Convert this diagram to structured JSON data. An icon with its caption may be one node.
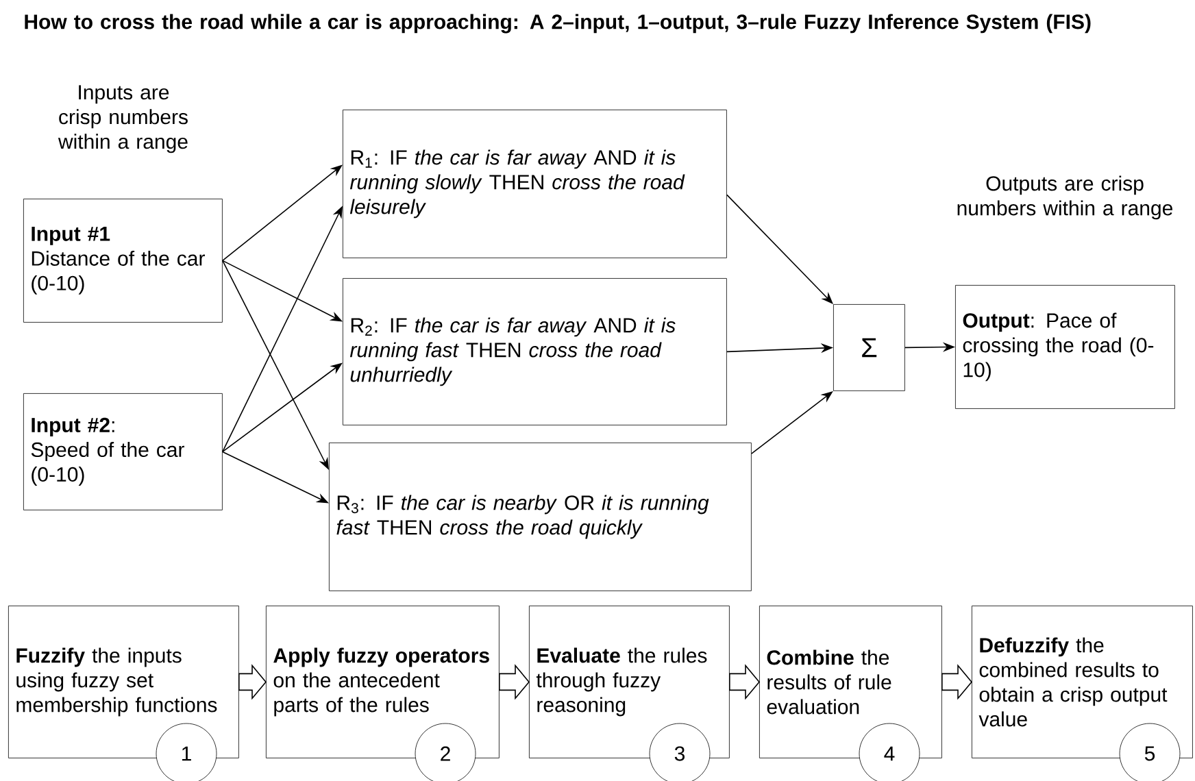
{
  "diagram": {
    "title": "How to cross the road while a car is approaching: A 2–input, 1–output, 3–rule Fuzzy Inference System (FIS)",
    "nodes": [
      {
        "text": [
          "**Input #1**",
          "Distance of the car (0-10)"
        ],
        "beside": [
          "Inputs are crisp numbers within a range"
        ]
      },
      {
        "text": [
          "**Input #2**:",
          "Speed of the car (0-10)"
        ]
      },
      {
        "text": [
          "R$_{1}$: IF *the car is far away* AND *it is running slowly* THEN *cross the road leisurely*"
        ]
      },
      {
        "text": [
          "R$_{2}$: IF *the car is far away* AND *it is running fast* THEN *cross the road unhurriedly*"
        ]
      },
      {
        "text": [
          "R$_{3}$: IF *the car is nearby* OR *it is running fast* THEN *cross the road quickly*"
        ]
      },
      {
        "text": [
          "Σ"
        ]
      },
      {
        "text": [
          "**Output**: Pace of crossing the road (0-10)"
        ],
        "beside": [
          "Outputs are crisp numbers within a range"
        ]
      },
      {
        "text": [
          "**Fuzzify** the inputs using fuzzy set membership functions"
        ]
      },
      {
        "text": [
          "**Apply fuzzy operators** on the antecedent parts of the rules"
        ]
      },
      {
        "text": [
          "**Evaluate** the rules through fuzzy reasoning"
        ]
      },
      {
        "text": [
          "**Combine** the results of rule evaluation"
        ]
      },
      {
        "text": [
          "**Defuzzify** the combined results to obtain a crisp output value"
        ]
      },
      {
        "text": [
          "1"
        ]
      },
      {
        "text": [
          "2"
        ]
      },
      {
        "text": [
          "3"
        ]
      },
      {
        "text": [
          "4"
        ]
      },
      {
        "text": [
          "5"
        ]
      }
    ],
    "edges": [
      {
        "from": 0,
        "to": 2,
        "arrow": "to"
      },
      {
        "from": 0,
        "to": 3,
        "arrow": "to"
      },
      {
        "from": 0,
        "to": 4,
        "arrow": "to"
      },
      {
        "from": 1,
        "to": 2,
        "arrow": "to"
      },
      {
        "from": 1,
        "to": 3,
        "arrow": "to"
      },
      {
        "from": 1,
        "to": 4,
        "arrow": "to"
      },
      {
        "from": 2,
        "to": 5,
        "arrow": "to"
      },
      {
        "from": 3,
        "to": 5,
        "arrow": "to"
      },
      {
        "from": 4,
        "to": 5,
        "arrow": "to"
      },
      {
        "from": 5,
        "to": 6,
        "arrow": "to"
      },
      {
        "from": 7,
        "to": 8,
        "arrow": "to",
        "style": "thick"
      },
      {
        "from": 8,
        "to": 9,
        "arrow": "to",
        "style": "thick"
      },
      {
        "from": 9,
        "to": 10,
        "arrow": "to",
        "style": "thick"
      },
      {
        "from": 10,
        "to": 11,
        "arrow": "to",
        "style": "thick"
      }
    ]
  }
}
